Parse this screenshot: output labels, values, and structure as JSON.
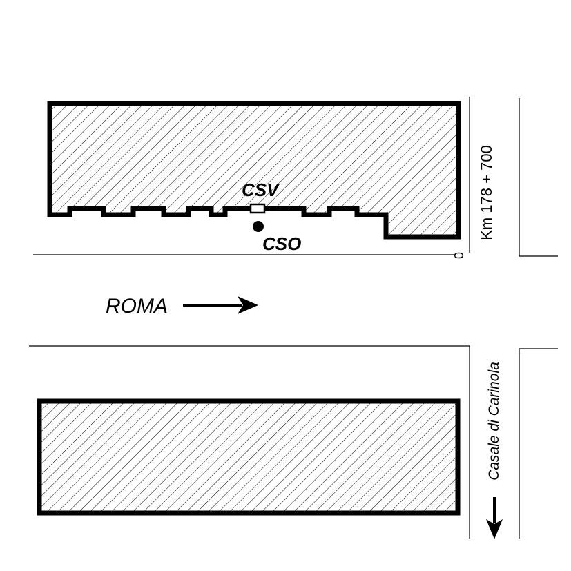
{
  "labels": {
    "csv": "CSV",
    "cso": "CSO",
    "roma": "ROMA",
    "km": "Km 178 + 700",
    "casale": "Casale di Carinola",
    "km_marker": "0"
  },
  "colors": {
    "ink": "#000000",
    "background": "#ffffff"
  }
}
